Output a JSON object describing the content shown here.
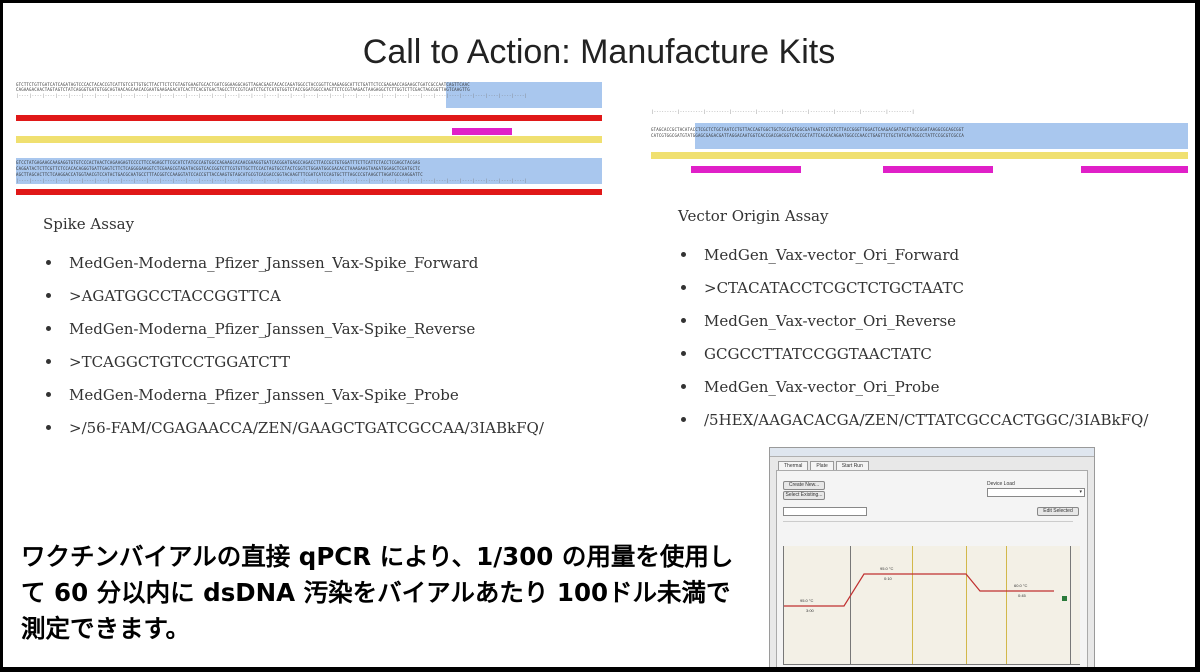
{
  "slide": {
    "title": "Call to Action: Manufacture Kits",
    "caption": "ワクチンバイアルの直接 qPCR により、1/300 の用量を使用して 60 分以内に dsDNA 汚染をバイアルあたり 100ドル未満で測定できます。"
  },
  "spike_assay": {
    "heading": "Spike Assay",
    "items": [
      "MedGen-Moderna_Pfizer_Janssen_Vax-Spike_Forward",
      ">AGATGGCCTACCGGTTCA",
      "MedGen-Moderna_Pfizer_Janssen_Vax-Spike_Reverse",
      ">TCAGGCTGTCCTGGATCTT",
      "MedGen-Moderna_Pfizer_Janssen_Vax-Spike_Probe",
      ">/56-FAM/CGAGAACCA/ZEN/GAAGCTGATCGCCAA/3IABkFQ/"
    ]
  },
  "vector_assay": {
    "heading": "Vector Origin Assay",
    "items": [
      "MedGen_Vax-vector_Ori_Forward",
      ">CTACATACCTCGCTCTGCTAATC",
      "MedGen_Vax-vector_Ori_Reverse",
      "GCGCCTTATCCGGTAACTATC",
      "MedGen_Vax-vector_Ori_Probe",
      "/5HEX/AAGACACGA/ZEN/CTTATCGCCACTGGC/3IABkFQ/"
    ]
  },
  "colors": {
    "highlight": "#a9c7ee",
    "red_bar": "#e01818",
    "yellow_bar": "#f0e070",
    "magenta": "#e020c8",
    "trace": "#c03030"
  },
  "window": {
    "tabs": [
      "Thermal",
      "Plate",
      "Start Run"
    ],
    "buttons": [
      "Create New...",
      "Select Existing...",
      "Edit Selected"
    ],
    "device_label": "Device Load",
    "steps": [
      {
        "temp": "95.0 °C",
        "time": "3:00"
      },
      {
        "temp": "95.0 °C",
        "time": "0:10"
      },
      {
        "temp": "60.0 °C",
        "time": "0:45"
      }
    ]
  }
}
